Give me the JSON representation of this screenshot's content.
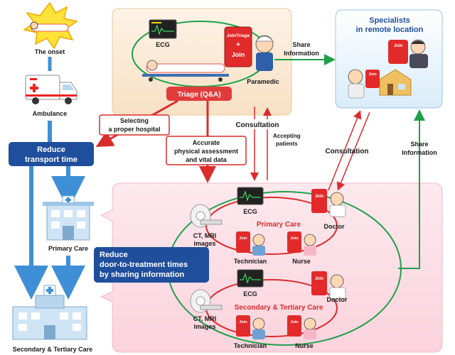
{
  "left_column": {
    "onset": "The onset",
    "ambulance": "Ambulance",
    "reduce_transport": [
      "Reduce",
      "transport time"
    ],
    "primary_care": "Primary Care",
    "secondary_tertiary": "Secondary & Tertiary Care"
  },
  "prehospital": {
    "ecg": "ECG",
    "app_name": "JoinTriage",
    "app_plus": "+",
    "app_join": "Join",
    "paramedic": "Paramedic",
    "triage": "Triage (Q&A)",
    "selecting": [
      "Selecting",
      "a proper hospital"
    ],
    "accurate": [
      "Accurate",
      "physical assessment",
      "and vital data"
    ]
  },
  "specialists": {
    "title": [
      "Specialists",
      "in remote location"
    ],
    "join": "Join",
    "share_information": [
      "Share",
      "Information"
    ]
  },
  "links": {
    "consultation_left": "Consultation",
    "accepting": [
      "Accepting",
      "patients"
    ],
    "consultation_right": "Consultation",
    "share_right": [
      "Share",
      "Information"
    ]
  },
  "hospital": {
    "reduce_door": [
      "Reduce",
      "door-to-treatment times",
      "by sharing information"
    ],
    "primary": {
      "title": "Primary Care",
      "ecg": "ECG",
      "imaging": [
        "CT, MRI",
        "images"
      ],
      "doctor": "Doctor",
      "technician": "Technician",
      "nurse": "Nurse",
      "join": "Join"
    },
    "secondary": {
      "title": "Secondary & Tertiary Care",
      "ecg": "ECG",
      "imaging": [
        "CT, MRI",
        "images"
      ],
      "doctor": "Doctor",
      "technician": "Technician",
      "nurse": "Nurse",
      "join": "Join"
    }
  },
  "colors": {
    "blue_arrow": "#3f8fd6",
    "dark_blue": "#1f4e9c",
    "red": "#d92c2c",
    "green": "#1fa04a"
  }
}
